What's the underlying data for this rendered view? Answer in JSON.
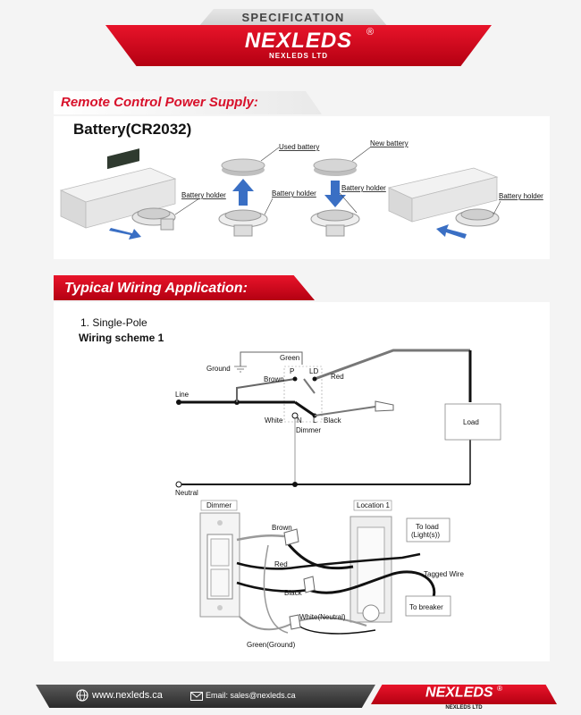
{
  "header": {
    "spec_label": "SPECIFICATION",
    "logo_text": "NEXLEDS",
    "logo_reg": "®",
    "logo_sub": "NEXLEDS LTD",
    "brand_red": "#d8102a"
  },
  "battery_section": {
    "title": "Remote Control Power Supply:",
    "subtitle": "Battery(CR2032)",
    "labels": {
      "holder1": "Battery holder",
      "holder2": "Battery holder",
      "holder3": "Battery holder",
      "holder4": "Battery holder",
      "used": "Used battery",
      "new": "New battery"
    }
  },
  "wiring_section": {
    "title": "Typical Wiring Application:",
    "item": "1.   Single-Pole",
    "scheme": "Wiring scheme 1",
    "schematic": {
      "green": "Green",
      "ground": "Ground",
      "brown": "Brown",
      "p": "P",
      "ld": "LD",
      "red": "Red",
      "line": "Line",
      "white": "White",
      "n": "N",
      "l": "L",
      "black": "Black",
      "dimmer": "Dimmer",
      "load": "Load",
      "neutral": "Neutral"
    },
    "install": {
      "dimmer": "Dimmer",
      "location": "Location 1",
      "brown": "Brown",
      "red": "Red",
      "black": "Black",
      "white_neutral": "White(Neutral)",
      "green_ground": "Green(Ground)",
      "to_load_1": "To load",
      "to_load_2": "(Light(s))",
      "tagged": "Tagged Wire",
      "to_breaker": "To breaker"
    }
  },
  "footer": {
    "website": "www.nexleds.ca",
    "email": "Email:  sales@nexleds.ca",
    "logo_text": "NEXLEDS",
    "logo_reg": "®",
    "logo_sub": "NEXLEDS LTD"
  }
}
